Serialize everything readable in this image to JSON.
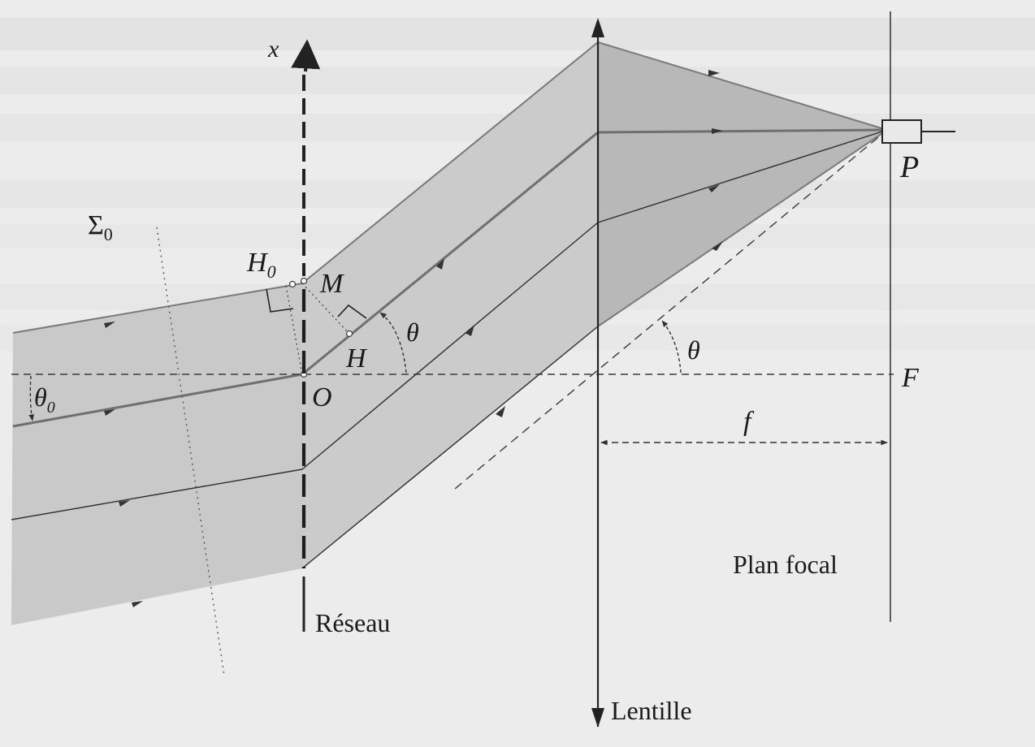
{
  "labels": {
    "x_axis": "x",
    "sigma": "Σ",
    "sigma_sub": "0",
    "h0": "H",
    "h0_sub": "0",
    "m": "M",
    "h": "H",
    "o": "O",
    "theta0": "θ",
    "theta0_sub": "0",
    "theta_grating": "θ",
    "theta_lens": "θ",
    "p": "P",
    "f_point": "F",
    "focal_length": "f",
    "grating": "Réseau",
    "lens": "Lentille",
    "focal_plane": "Plan focal"
  },
  "colors": {
    "background": "#ececec",
    "incident_beam": "#c9c9c9",
    "diffracted_beam": "#cbcbcb",
    "converging_cone": "#b8b8b8",
    "lines": "#2a2a2a"
  }
}
